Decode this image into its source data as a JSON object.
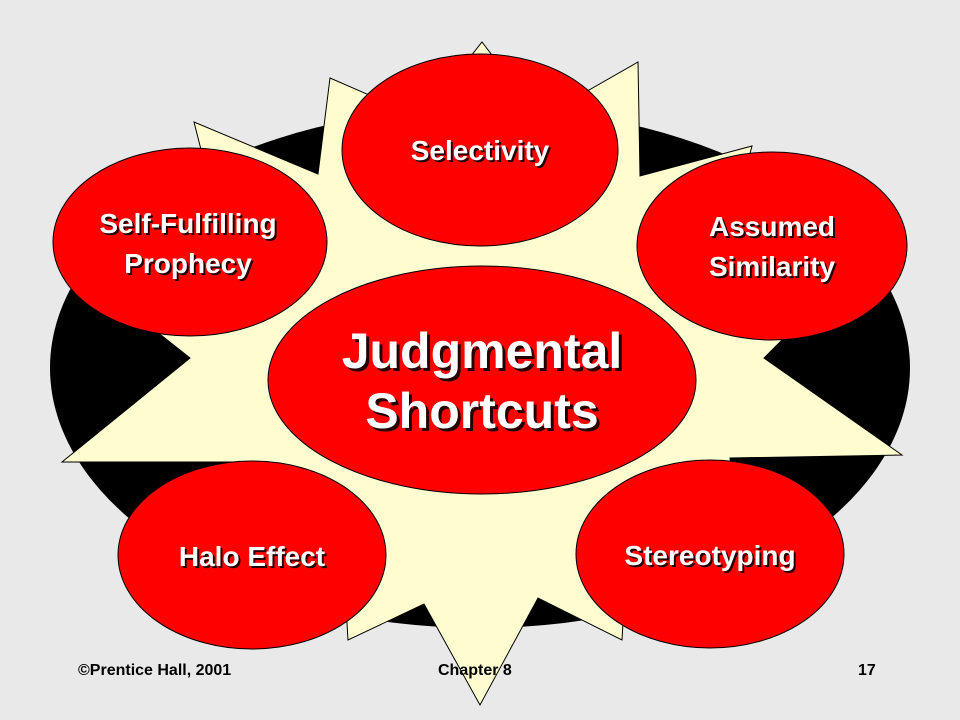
{
  "center": {
    "line1": "Judgmental",
    "line2": "Shortcuts"
  },
  "nodes": {
    "selectivity": {
      "line1": "Selectivity"
    },
    "self_fulfilling": {
      "line1": "Self-Fulfilling",
      "line2": "Prophecy"
    },
    "assumed_similarity": {
      "line1": "Assumed",
      "line2": "Similarity"
    },
    "halo_effect": {
      "line1": "Halo Effect"
    },
    "stereotyping": {
      "line1": "Stereotyping"
    }
  },
  "footer": {
    "copyright": "©Prentice Hall, 2001",
    "chapter": "Chapter 8",
    "page": "17"
  },
  "colors": {
    "background": "#e9e9e9",
    "ring": "#000000",
    "starburst": "#fffdd0",
    "node_fill": "#ff0000",
    "text": "#ffffff"
  }
}
